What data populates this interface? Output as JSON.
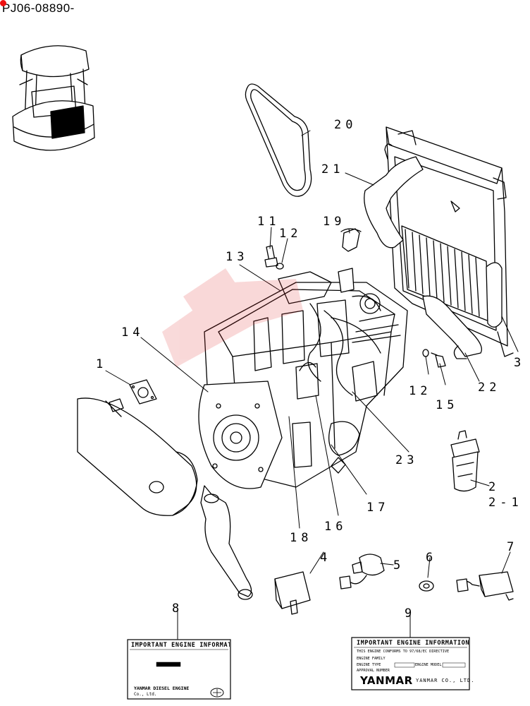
{
  "header": {
    "code": "PJ06-08890-"
  },
  "parts": [
    {
      "label": "1"
    },
    {
      "label": "2"
    },
    {
      "label": "2-1"
    },
    {
      "label": "3"
    },
    {
      "label": "4"
    },
    {
      "label": "5"
    },
    {
      "label": "6"
    },
    {
      "label": "7"
    },
    {
      "label": "8"
    },
    {
      "label": "9"
    },
    {
      "label": "11"
    },
    {
      "label": "12"
    },
    {
      "label": "12"
    },
    {
      "label": "13"
    },
    {
      "label": "14"
    },
    {
      "label": "15"
    },
    {
      "label": "16"
    },
    {
      "label": "17"
    },
    {
      "label": "18"
    },
    {
      "label": "19"
    },
    {
      "label": "20"
    },
    {
      "label": "21"
    },
    {
      "label": "22"
    },
    {
      "label": "23"
    }
  ],
  "plate8": {
    "title": "IMPORTANT ENGINE INFORMATION",
    "footer": "YANMAR DIESEL ENGINE",
    "footer2": "Co., Ltd."
  },
  "plate9": {
    "title": "IMPORTANT ENGINE INFORMATION",
    "line1": "THIS ENGINE CONFORMS TO 97/68/EC DIRECTIVE",
    "line2": "ENGINE FAMILY",
    "line3": "ENGINE TYPE",
    "line4": "ENGINE MODEL",
    "line5": "APPROVAL NUMBER",
    "logo": "YANMAR",
    "company": "YANMAR CO., LTD."
  }
}
